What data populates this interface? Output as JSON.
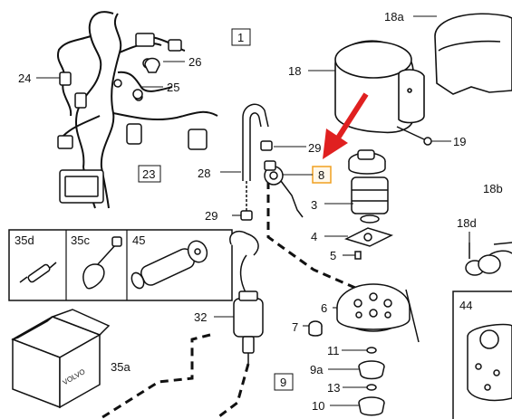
{
  "callouts": {
    "c1": "1",
    "c3": "3",
    "c4": "4",
    "c5": "5",
    "c6": "6",
    "c7": "7",
    "c8": "8",
    "c9": "9",
    "c9a": "9a",
    "c10": "10",
    "c11": "11",
    "c13": "13",
    "c18": "18",
    "c18a": "18a",
    "c18b": "18b",
    "c18d": "18d",
    "c19": "19",
    "c23": "23",
    "c24": "24",
    "c25": "25",
    "c26": "26",
    "c28": "28",
    "c29a": "29",
    "c29b": "29",
    "c32": "32",
    "c35a": "35a",
    "c35c": "35c",
    "c35d": "35d",
    "c44": "44",
    "c45": "45"
  },
  "brand": "VOLVO",
  "colors": {
    "highlight_arrow": "#e02020",
    "highlight_box": "#f0a020",
    "line": "#111111"
  }
}
